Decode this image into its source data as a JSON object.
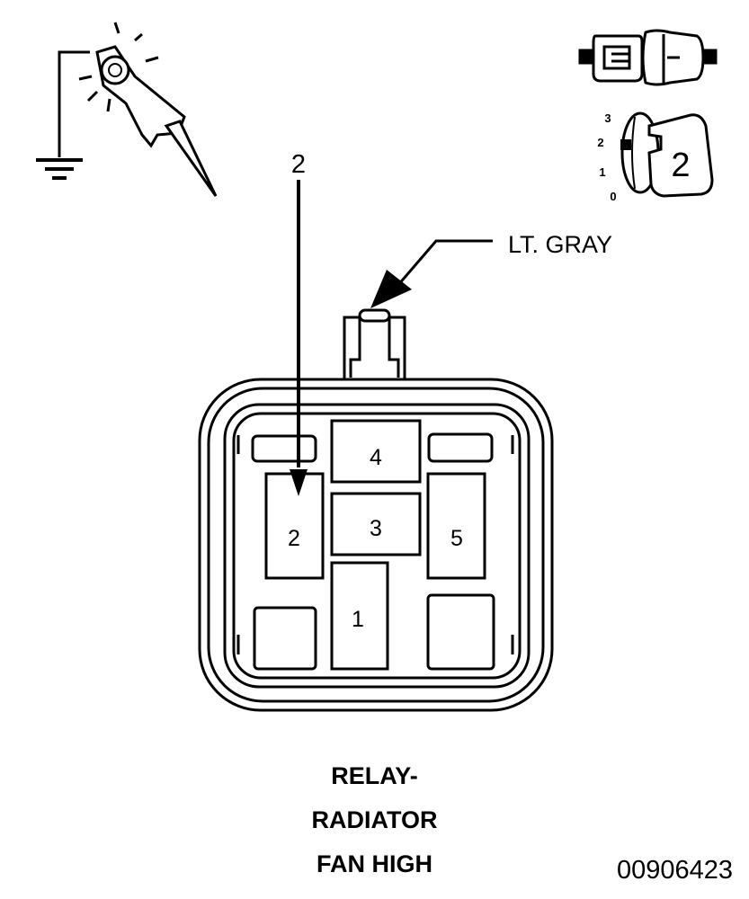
{
  "step_number": "2",
  "wire_color": "LT. GRAY",
  "cavities": [
    "1",
    "2",
    "3",
    "4",
    "5"
  ],
  "ignition_positions": [
    "3",
    "2",
    "1",
    "0"
  ],
  "ignition_key_label": "2",
  "caption": [
    "RELAY-",
    "RADIATOR",
    "FAN HIGH"
  ],
  "figure_id": "00906423"
}
